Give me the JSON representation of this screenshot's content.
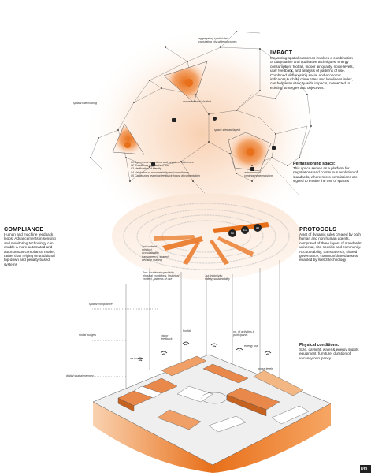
{
  "impact": {
    "heading": "IMPACT",
    "body": "Measuring spatial outcomes involves a combination of quantitative and qualitative techniques: energy consumption, footfall, indoor air quality, noise levels, user feedback, and analysis of patterns of use. Combined with existing social and economic indicators such as crime rates and loneliness index, can help evaluate city-wide impacts, connected to existing strategies and objectives."
  },
  "permissioning": {
    "heading": "Permissioning space:",
    "body": "This space serves as a platform for negotiations and continuous evolution of standards, where micro-permissions are signed to enable the use of spaces"
  },
  "compliance": {
    "heading": "COMPLIANCE",
    "body": "Human and machine feedback loops. Advancements in sensing and monitoring technology can enable a more automated and autonomous compliance model, rather than relying on traditional top-down and penalty-based systems"
  },
  "protocols": {
    "heading": "PROTOCOLS",
    "body": "A set of dynamic rules created by both human and non-human agents, comprised of three layers of standards: universal, site-specific and community. Accountability, transparency, shared governance, common/shared assets enabled by Web3 technology"
  },
  "physical": {
    "heading": "Physical conditions:",
    "body": "Size, daylight, water & energy supply, equipment, furniture, duration of vacancy/occupancy"
  },
  "labels": {
    "aggregating": "aggregating spatial data,\ncalculating city-wide outcomes",
    "rule_making": "spatial rule making",
    "conversational": "conversational chatbot",
    "steward": "space steward/agent",
    "autonomous": "autonomous/\ncontingent permissions",
    "steps": "01 Agreement on actions and long-term outcomes\n02 Conditions and limits of use\n03 Verification of identity\n04 Validation of accountability and compliance\n05 Continuous learning/feedback loops, documentation",
    "code": "3rd: code of\nconduct,\naccountability,\ntransparency, shared\ndecision making",
    "site_specific": "2nd: locational specificity,\nphysical conditions, historical\ncontext, patterns of use",
    "universal": "1st: inclusivity,\nsafety, sustainability",
    "spatial_compliance": "spatial compliance",
    "social_nudges": "social nudges",
    "digital_memory": "digital spatial memory",
    "air_quality": "air quality",
    "visitor_feedback": "visitor\nfeedback",
    "footfall": "footfall",
    "activities": "no. of activities &\nparticipants",
    "energy": "energy use",
    "noise": "noise levels"
  },
  "layer_numbers": [
    "1st",
    "2nd",
    "3rd"
  ],
  "logo_text": "Dm",
  "colors": {
    "accent": "#e8701a",
    "accent_light": "#f6b27c",
    "glow": "#fbe3d2",
    "network": "#3a3a3a"
  }
}
